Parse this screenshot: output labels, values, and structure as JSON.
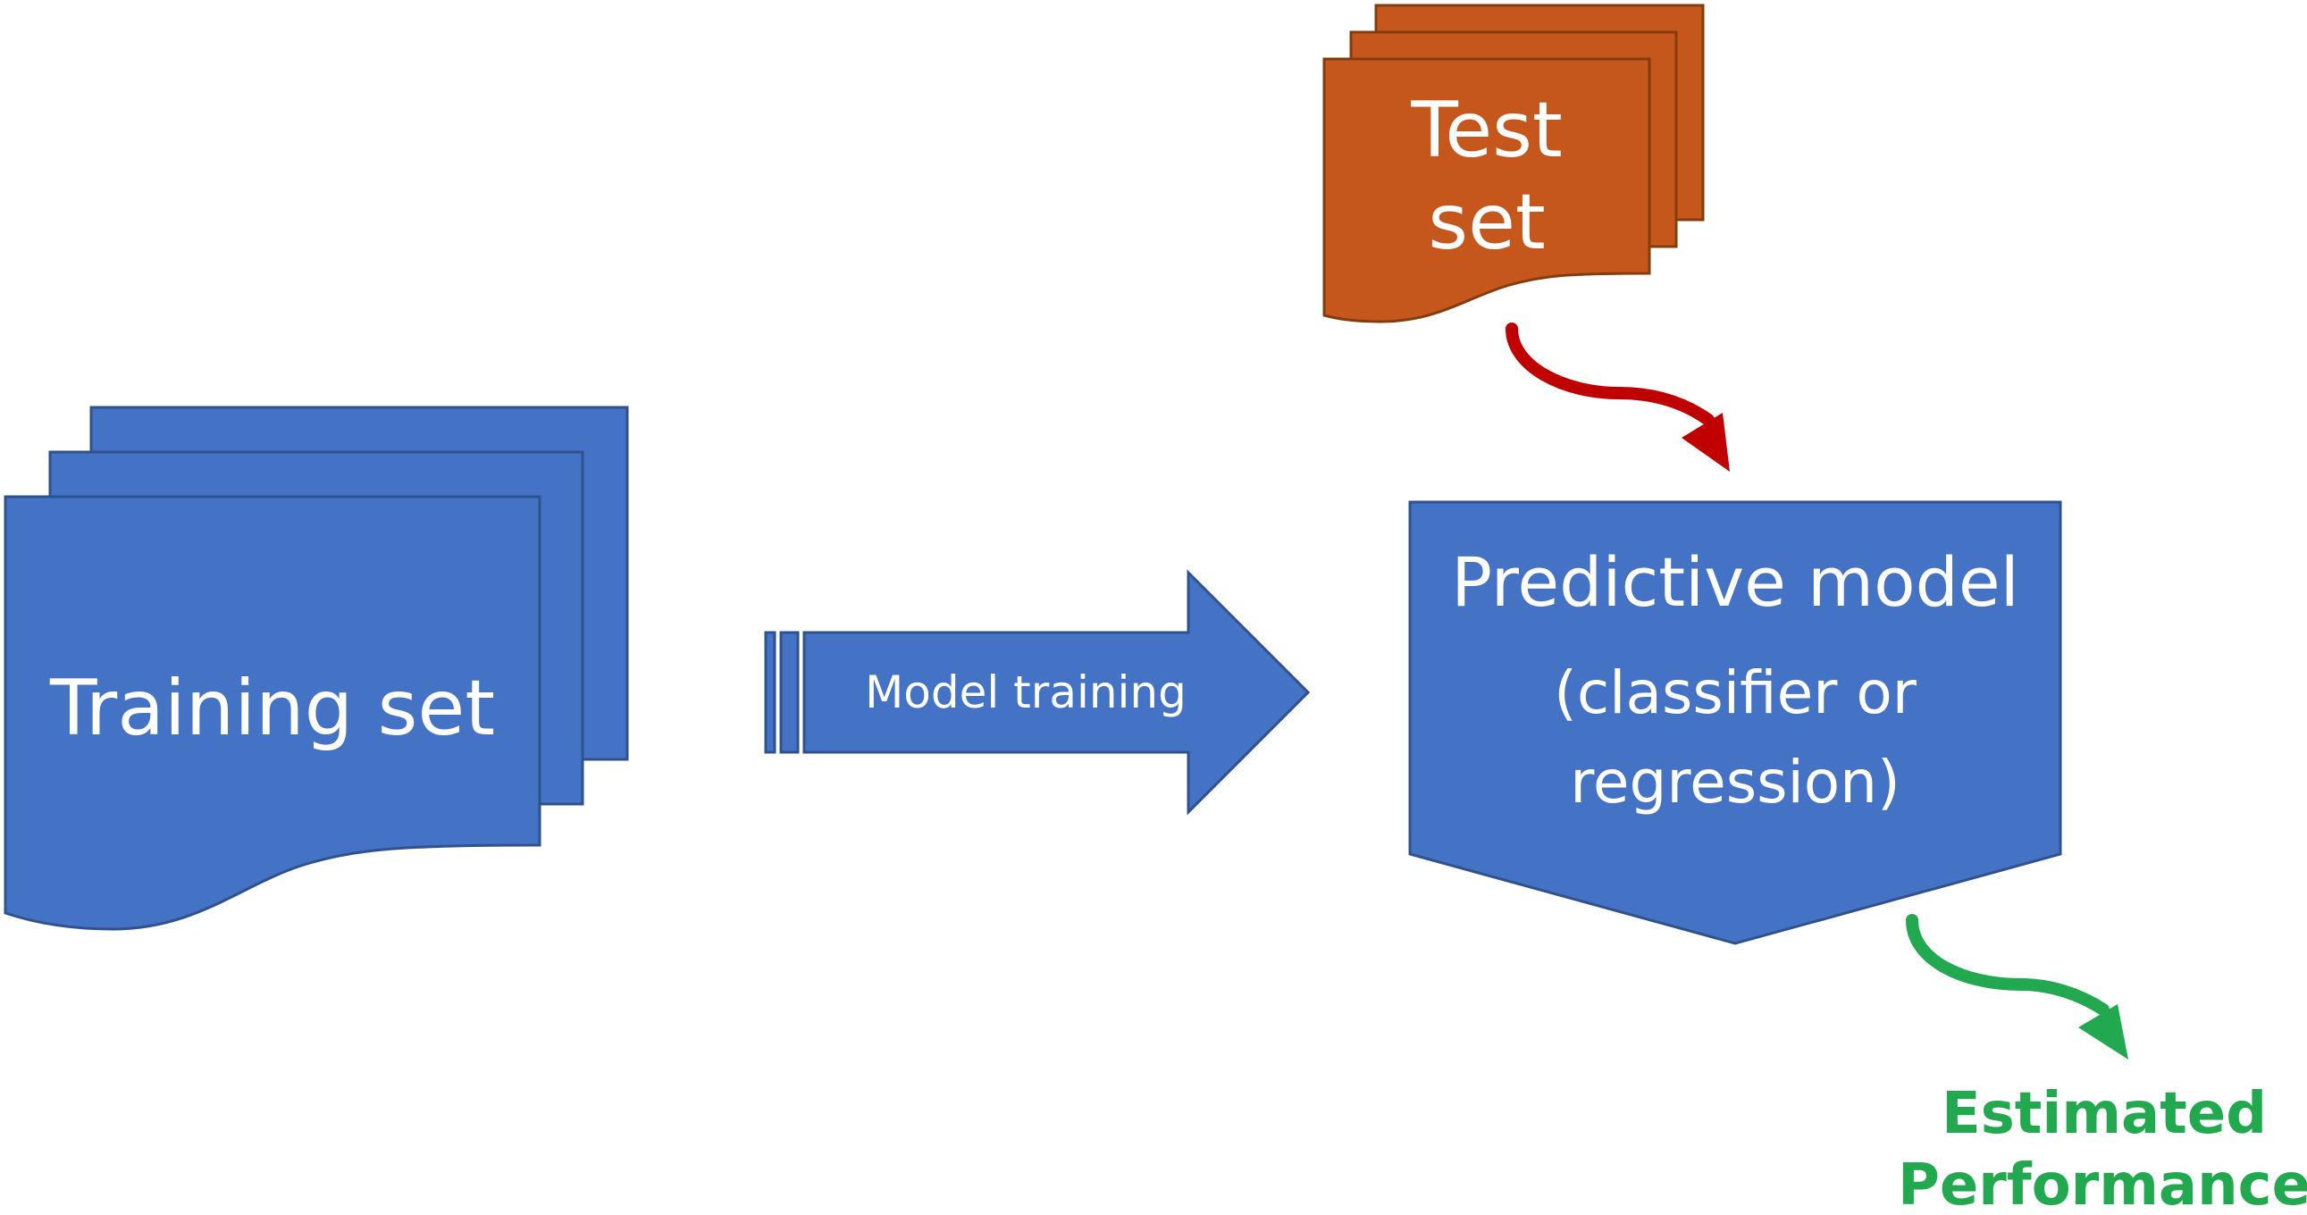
{
  "colors": {
    "blue_fill": "#4472c4",
    "blue_stroke": "#2f528f",
    "orange_fill": "#c5571d",
    "orange_stroke": "#843c0c",
    "red_arrow": "#c00000",
    "green_arrow": "#22a84f",
    "white_text": "#ffffff"
  },
  "icons": {
    "training_stack": "document-stack-icon",
    "test_stack": "document-stack-icon",
    "training_arrow": "striped-right-arrow-icon",
    "model_shape": "pentagon-down-icon",
    "test_to_model_arrow": "curved-arrow-icon",
    "model_to_performance_arrow": "curved-arrow-icon"
  },
  "diagram": {
    "test_set": {
      "line1": "Test",
      "line2": "set"
    },
    "training_set": {
      "label": "Training set"
    },
    "training_arrow": {
      "label": "Model training"
    },
    "model": {
      "title": "Predictive model",
      "sub_line1": "(classifier or",
      "sub_line2": "regression)"
    },
    "performance": {
      "line1": "Estimated",
      "line2": "Performance"
    }
  }
}
